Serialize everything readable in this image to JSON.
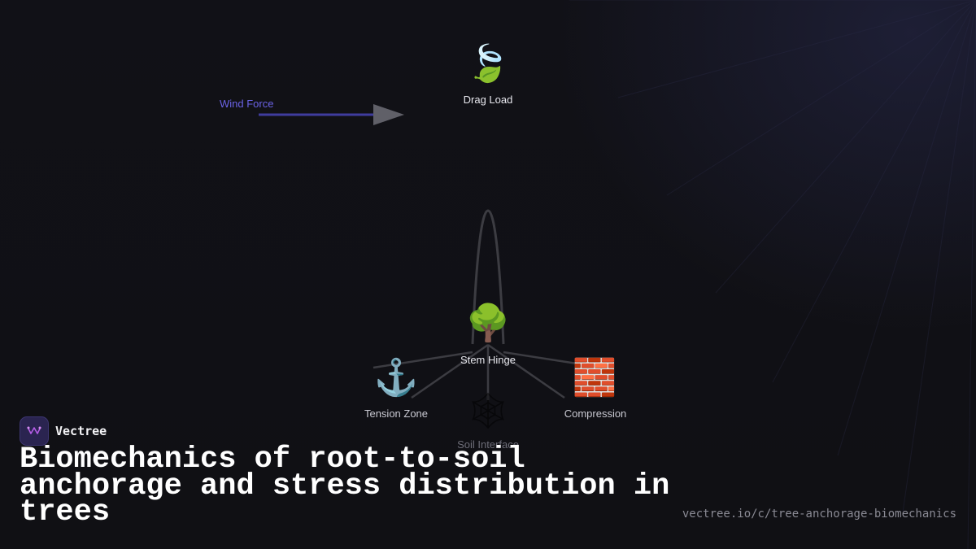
{
  "diagram": {
    "nodes": [
      {
        "id": "drag-load",
        "icon": "leaf-wind-icon",
        "glyph": "🍃",
        "label": "Drag Load"
      },
      {
        "id": "stem-hinge",
        "icon": "tree-icon",
        "glyph": "🌳",
        "label": "Stem Hinge"
      },
      {
        "id": "tension-zone",
        "icon": "anchor-icon",
        "glyph": "⚓",
        "label": "Tension Zone"
      },
      {
        "id": "compression",
        "icon": "brick-icon",
        "glyph": "🧱",
        "label": "Compression"
      },
      {
        "id": "soil-interface",
        "icon": "spider-web-icon",
        "glyph": "🕸",
        "label": "Soil Interface"
      }
    ],
    "wind_label": "Wind Force",
    "colors": {
      "wind_arrow": "#3f3c9e",
      "wind_label": "#6b63e6",
      "edges": "#3c3c42",
      "arrow_head": "#606068"
    }
  },
  "brand": {
    "name": "Vectree",
    "logo_icon": "vectree-logo-icon",
    "logo_color": "#b45ce6"
  },
  "title": "Biomechanics of root-to-soil anchorage and stress distribution in trees",
  "url": "vectree.io/c/tree-anchorage-biomechanics"
}
